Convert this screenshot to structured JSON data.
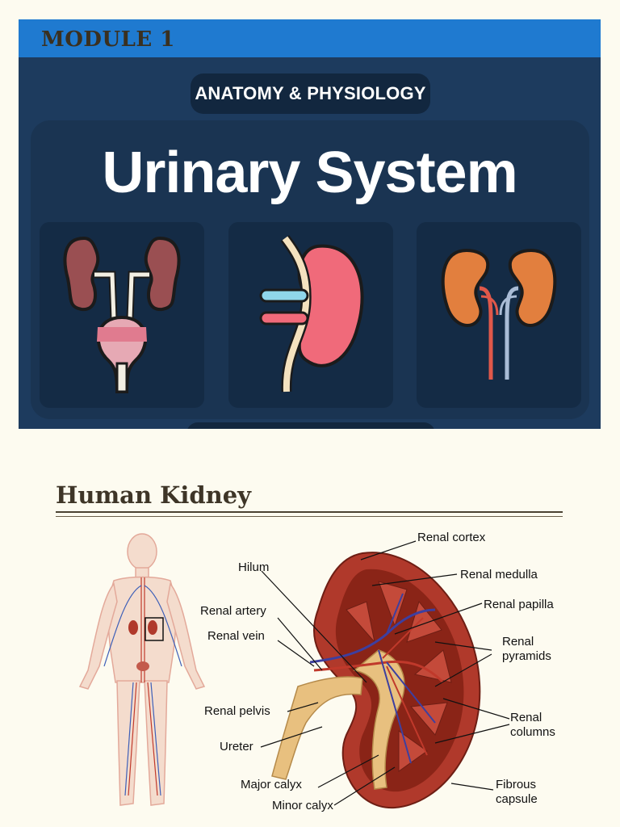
{
  "header": {
    "module_label": "MODULE 1"
  },
  "banner": {
    "pill_text": "ANATOMY & PHYSIOLOGY",
    "title": "Urinary System",
    "cards": [
      {
        "icon": "urinary-tract-icon"
      },
      {
        "icon": "kidney-vessels-icon"
      },
      {
        "icon": "kidneys-pair-icon"
      }
    ]
  },
  "section": {
    "title": "Human Kidney"
  },
  "diagram": {
    "labels": {
      "renal_cortex": "Renal cortex",
      "hilum": "Hilum",
      "renal_medulla": "Renal medulla",
      "renal_artery": "Renal artery",
      "renal_papilla": "Renal papilla",
      "renal_vein": "Renal vein",
      "renal_pyramids_1": "Renal",
      "renal_pyramids_2": "pyramids",
      "renal_pelvis": "Renal pelvis",
      "renal_columns_1": "Renal",
      "renal_columns_2": "columns",
      "ureter": "Ureter",
      "major_calyx": "Major calyx",
      "fibrous_capsule_1": "Fibrous",
      "fibrous_capsule_2": "capsule",
      "minor_calyx": "Minor calyx"
    }
  },
  "colors": {
    "header_blue": "#1f7ad0",
    "banner_navy": "#1d3b5e",
    "card_navy": "#142b45",
    "page_cream": "#fdfbf0",
    "kidney_red": "#b0392b"
  }
}
